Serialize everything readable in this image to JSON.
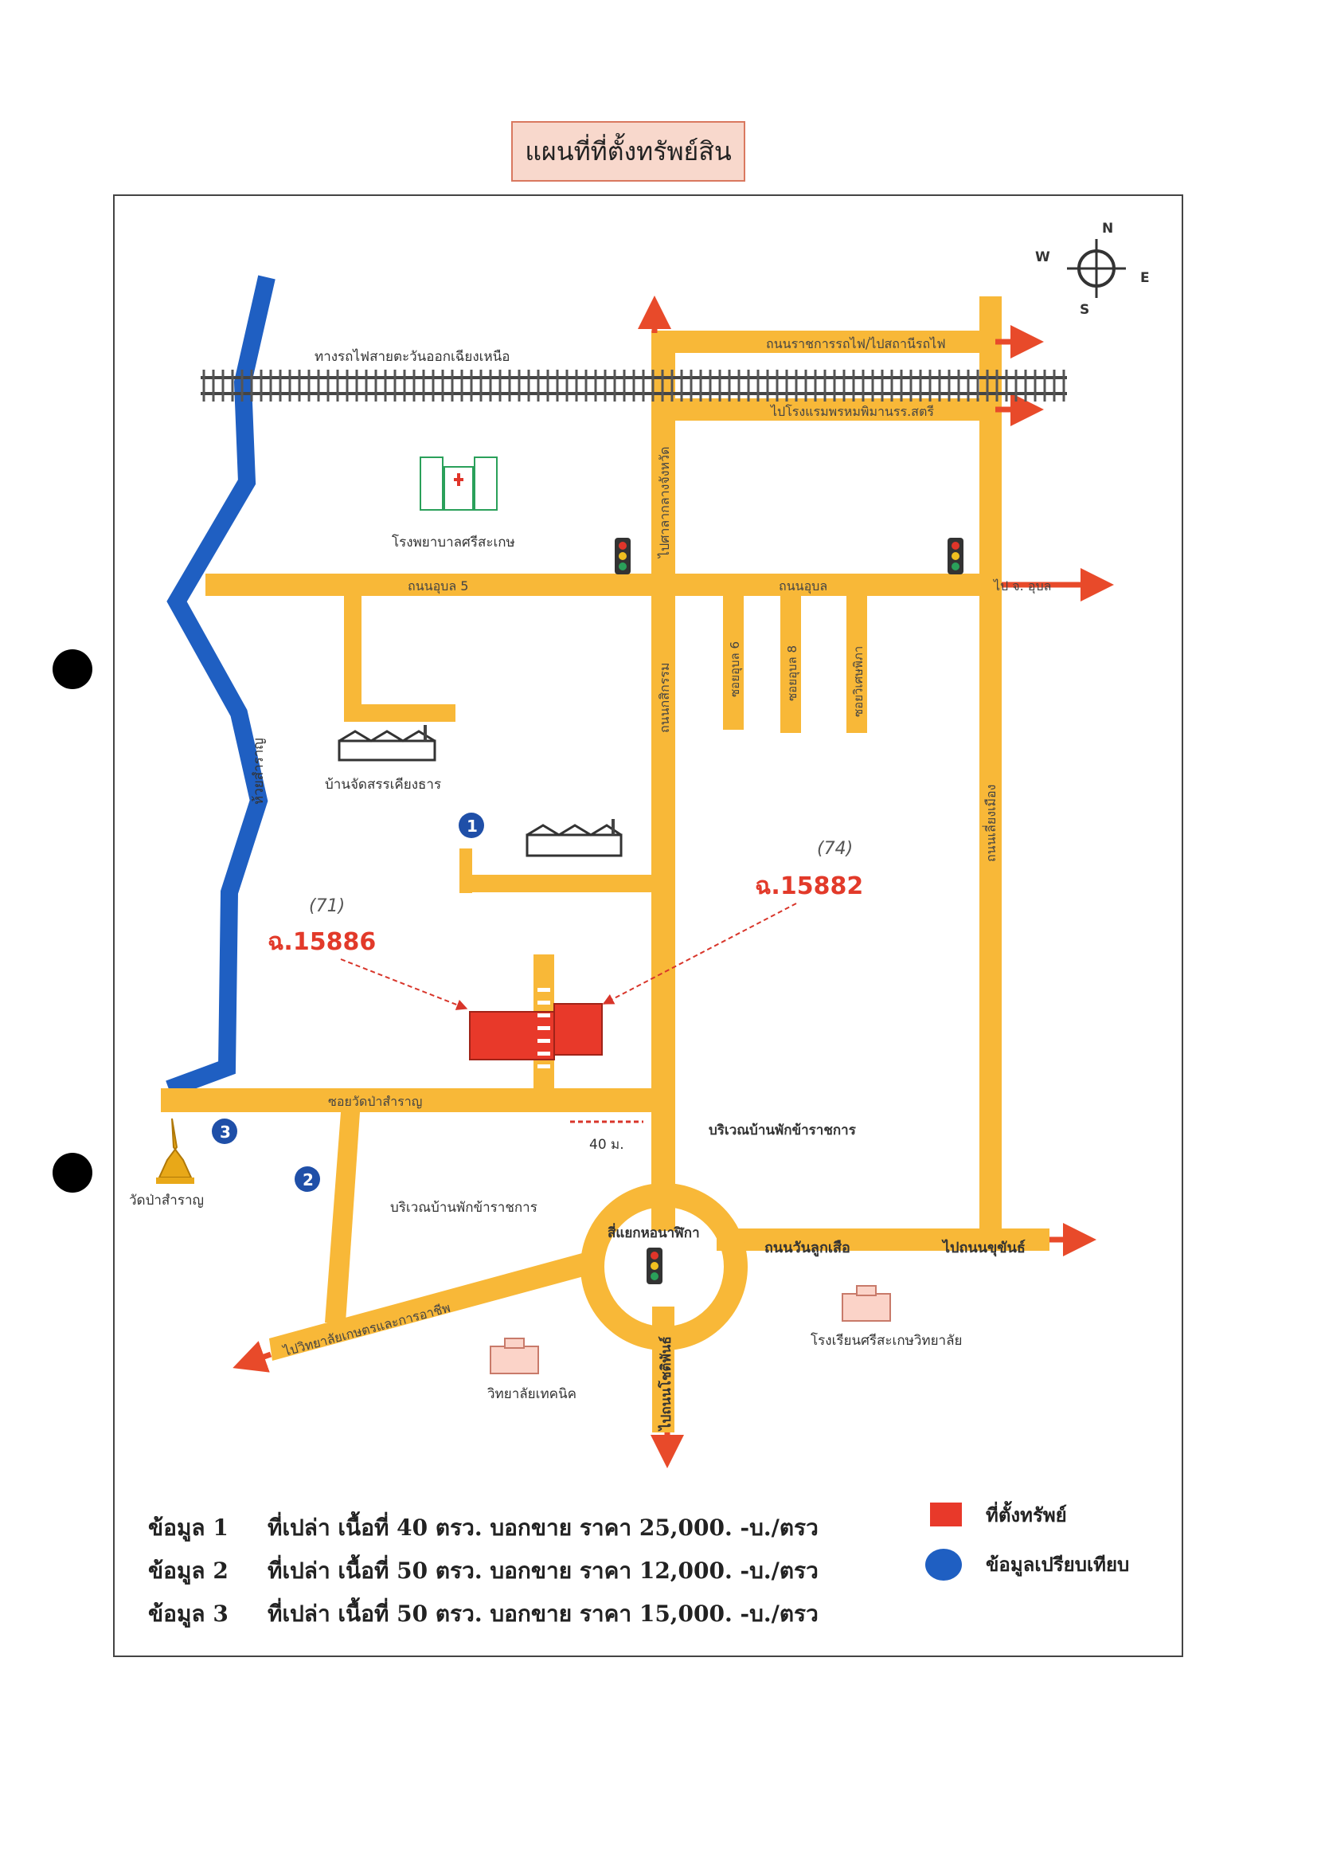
{
  "map": {
    "title": "แผนที่ที่ตั้งทรัพย์สิน",
    "compass": {
      "n": "N",
      "s": "S",
      "e": "E",
      "w": "W"
    },
    "railway_label": "ทางรถไฟสายตะวันออกเฉียงเหนือ",
    "roads": {
      "top_road": "ถนนราชการรถไฟ/ไปสถานีรถไฟ",
      "second_road": "ไปโรงแรมพรหมพิมานรร.สตรี",
      "vertical_main_upper": "ไปศาลากลางจังหวัด",
      "vertical_main_lower": "ถนนกสิกรรม",
      "ubon5": "ถนนอุบล 5",
      "ubon": "ถนนอุบล",
      "to_ubon": "ไป จ. อุบล",
      "soi_ubon6": "ซอยอุบล 6",
      "soi_ubon8": "ซอยอุบล 8",
      "soi_wiset": "ซอยวิเศษพิภา",
      "right_vertical": "ถนนเลี่ยงเมือง",
      "river_label": "ห้วยสำราญ",
      "soi_wat": "ซอยวัดป่าสำราญ",
      "intersection": "สี่แยกหอนาฬิกา",
      "wan_luk_suea": "ถนนวันลูกเสือ",
      "to_khukhan": "ไปถนนขุขันธ์",
      "to_college": "ไปวิทยาลัยเกษตรและการอาชีพ",
      "to_kho_tham": "ไปถนนโชติพันธ์"
    },
    "places": {
      "hospital": "โรงพยาบาลศรีสะเกษ",
      "housing": "บ้านจัดสรรเคียงธาร",
      "temple": "วัดป่าสำราญ",
      "official_area_right": "บริเวณบ้านพักข้าราชการ",
      "official_area_left": "บริเวณบ้านพักข้าราชการ",
      "school": "โรงเรียนศรีสะเกษวิทยาลัย",
      "tech_college": "วิทยาลัยเทคนิค"
    },
    "parcels": {
      "left_deed": "ฉ.15886",
      "left_no": "(71)",
      "right_deed": "ฉ.15882",
      "right_no": "(74)"
    },
    "distance_label": "40 ม.",
    "markers": {
      "m1": "1",
      "m2": "2",
      "m3": "3"
    }
  },
  "legend": {
    "rows": [
      {
        "label": "ข้อมูล 1",
        "text": "ที่เปล่า  เนื้อที่ 40 ตรว.  บอกขาย  ราคา  25,000. -บ./ตรว"
      },
      {
        "label": "ข้อมูล 2",
        "text": "ที่เปล่า  เนื้อที่ 50 ตรว.  บอกขาย  ราคา  12,000. -บ./ตรว"
      },
      {
        "label": "ข้อมูล 3",
        "text": "ที่เปล่า  เนื้อที่ 50 ตรว.  บอกขาย  ราคา  15,000. -บ./ตรว"
      }
    ],
    "key_property": "ที่ตั้งทรัพย์",
    "key_comparison": "ข้อมูลเปรียบเทียบ"
  },
  "colors": {
    "road": "#f8b838",
    "river": "#1f5fc2",
    "property": "#e8392a",
    "arrow": "#e84a2a",
    "marker": "#1f4fa8"
  }
}
